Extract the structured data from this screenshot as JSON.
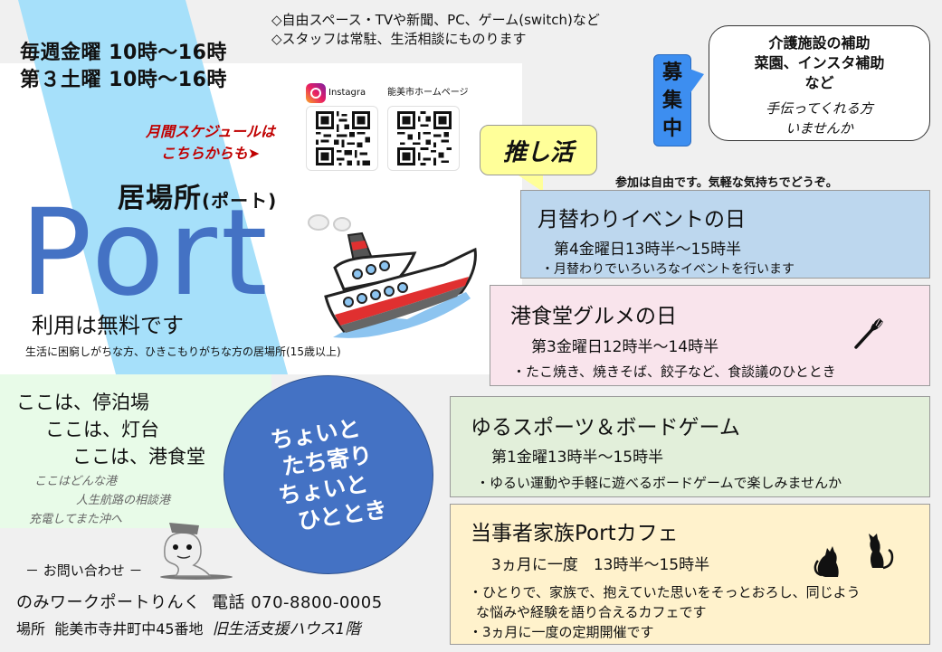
{
  "hours": {
    "line1": "毎週金曜 10時～16時",
    "line2": "第３土曜 10時～16時"
  },
  "features": {
    "line1": "◇自由スペース・TVや新聞、PC、ゲーム(switch)など",
    "line2": "◇スタッフは常駐、生活相談にものります"
  },
  "schedule_link": {
    "line1": "月間スケジュールは",
    "line2": "こちらからも➤"
  },
  "qr_codes": [
    {
      "label": "Instagra",
      "icon": "instagram-icon"
    },
    {
      "label": "能美市ホームページ"
    }
  ],
  "title": {
    "main": "居場所",
    "reading": "(ポート)",
    "logo": "Port",
    "free": "利用は無料です",
    "target": "生活に困窮しがちな方、ひきこもりがちな方の居場所(15歳以上)"
  },
  "harbor": {
    "lines": [
      "ここは、停泊場",
      "ここは、灯台",
      "ここは、港食堂"
    ],
    "sub": [
      "ここはどんな港",
      "人生航路の相談港",
      "充電してまた沖へ"
    ]
  },
  "circle": {
    "text": "ちょいと\n たち寄り\nちょいと\n  ひととき"
  },
  "contact": {
    "heading": "－ お問い合わせ －",
    "org": "のみワークポートりんく",
    "phone_label": "電話",
    "phone": "070-8800-0005",
    "place_label": "場所",
    "address": "能美市寺井町中45番地",
    "building": "旧生活支援ハウス1階"
  },
  "recruit": {
    "tag": [
      "募",
      "集",
      "中"
    ],
    "bold_lines": [
      "介護施設の補助",
      "菜園、インスタ補助",
      "など"
    ],
    "italic_lines": [
      "手伝ってくれる方",
      "いませんか"
    ]
  },
  "oshi": {
    "label": "推し活"
  },
  "free_note": "参加は自由です。気軽な気持ちでどうぞ。",
  "events": [
    {
      "name": "月替わりイベントの日",
      "time": "第4金曜日13時半～15時半",
      "desc": [
        "・月替わりでいろいろなイベントを行います"
      ],
      "color": "#bdd7ee"
    },
    {
      "name": "港食堂グルメの日",
      "time": "第3金曜日12時半～14時半",
      "desc": [
        "・たこ焼き、焼きそば、餃子など、食談議のひととき"
      ],
      "icon": "fork-icon",
      "color": "#f9e4ec"
    },
    {
      "name": "ゆるスポーツ＆ボードゲーム",
      "time": "第1金曜13時半～15時半",
      "desc": [
        "・ゆるい運動や手軽に遊べるボードゲームで楽しみませんか"
      ],
      "color": "#e2efda"
    },
    {
      "name": "当事者家族Portカフェ",
      "time": "3ヵ月に一度　13時半～15時半",
      "desc": [
        "・ひとりで、家族で、抱えていた思いをそっとおろし、同じよう",
        "な悩みや経験を語り合えるカフェです",
        "・3ヵ月に一度の定期開催です"
      ],
      "icon": "cat-icon",
      "color": "#fff2cc"
    }
  ],
  "colors": {
    "brand_blue": "#4472c4",
    "stripe": "#a6e0fa",
    "link_red": "#c00000",
    "recruit_blue": "#3d8ef0",
    "oshi_yellow": "#ffff99"
  }
}
